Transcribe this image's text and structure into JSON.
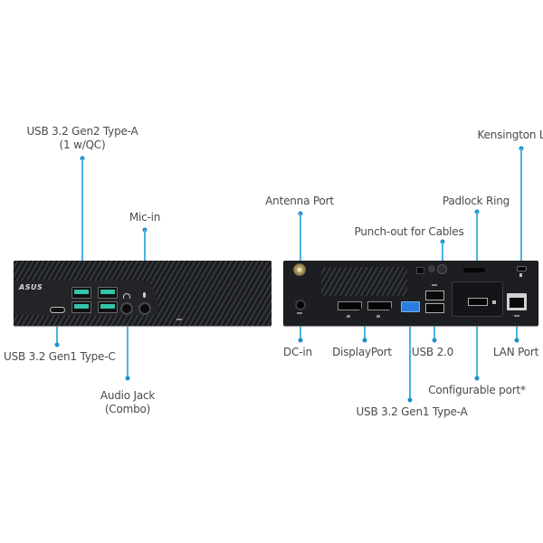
{
  "front_panel": {
    "logo": "ASUS",
    "callouts": [
      {
        "id": "usb-gen2-type-a",
        "label_line1": "USB 3.2 Gen2 Type-A",
        "label_line2": "(1 w/QC)"
      },
      {
        "id": "mic-in",
        "label_line1": "Mic-in"
      },
      {
        "id": "usb-gen1-type-c",
        "label_line1": "USB 3.2 Gen1 Type-C"
      },
      {
        "id": "audio-jack",
        "label_line1": "Audio Jack",
        "label_line2": "(Combo)"
      }
    ]
  },
  "rear_panel": {
    "callouts": [
      {
        "id": "kensington-lock",
        "label_line1": "Kensington Lock"
      },
      {
        "id": "antenna-port",
        "label_line1": "Antenna Port"
      },
      {
        "id": "padlock-ring",
        "label_line1": "Padlock Ring"
      },
      {
        "id": "punch-out",
        "label_line1": "Punch-out for Cables"
      },
      {
        "id": "dc-in",
        "label_line1": "DC-in"
      },
      {
        "id": "displayport",
        "label_line1": "DisplayPort"
      },
      {
        "id": "usb-2",
        "label_line1": "USB 2.0"
      },
      {
        "id": "lan-port",
        "label_line1": "LAN Port"
      },
      {
        "id": "configurable-port",
        "label_line1": "Configurable port*"
      },
      {
        "id": "usb-gen1-type-a",
        "label_line1": "USB 3.2 Gen1 Type-A"
      }
    ]
  },
  "colors": {
    "callout_line": "#4bb3e0",
    "callout_dot": "#1b8fd2",
    "chassis": "#1e2024",
    "usb_accent": "#34c3a6",
    "usb3_blue": "#2a7ee0"
  }
}
